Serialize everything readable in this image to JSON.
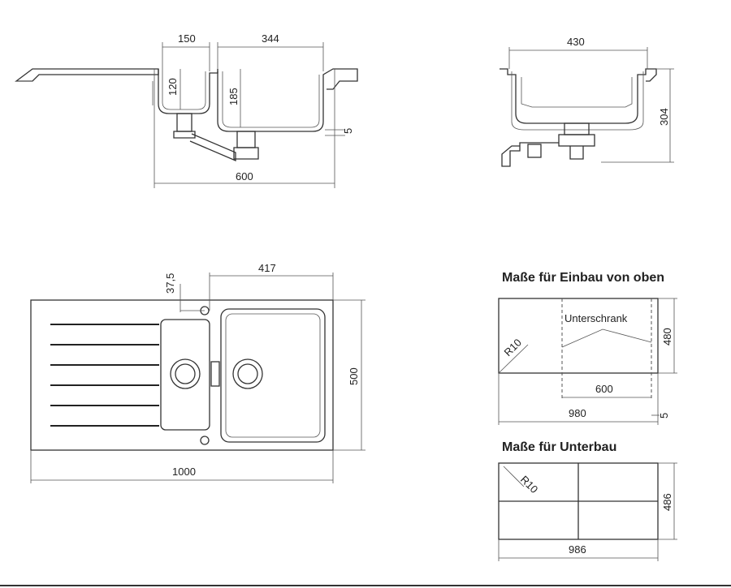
{
  "top_left_view": {
    "dim_small_bowl_width": "150",
    "dim_main_bowl_width": "344",
    "dim_small_bowl_depth": "120",
    "dim_main_bowl_depth": "185",
    "dim_rim": "5",
    "dim_cabinet_width": "600"
  },
  "top_right_view": {
    "dim_width": "430",
    "dim_height": "304"
  },
  "plan_view": {
    "dim_tap_offset": "37,5",
    "dim_bowl_width": "417",
    "dim_depth": "500",
    "dim_total_width": "1000"
  },
  "install_from_above": {
    "heading": "Maße für Einbau von oben",
    "cabinet_label": "Unterschrank",
    "dim_radius": "R10",
    "dim_height": "480",
    "dim_cabinet": "600",
    "dim_width": "980",
    "dim_offset": "5"
  },
  "install_below": {
    "heading": "Maße für Unterbau",
    "dim_radius": "R10",
    "dim_height": "486",
    "dim_width": "986"
  }
}
